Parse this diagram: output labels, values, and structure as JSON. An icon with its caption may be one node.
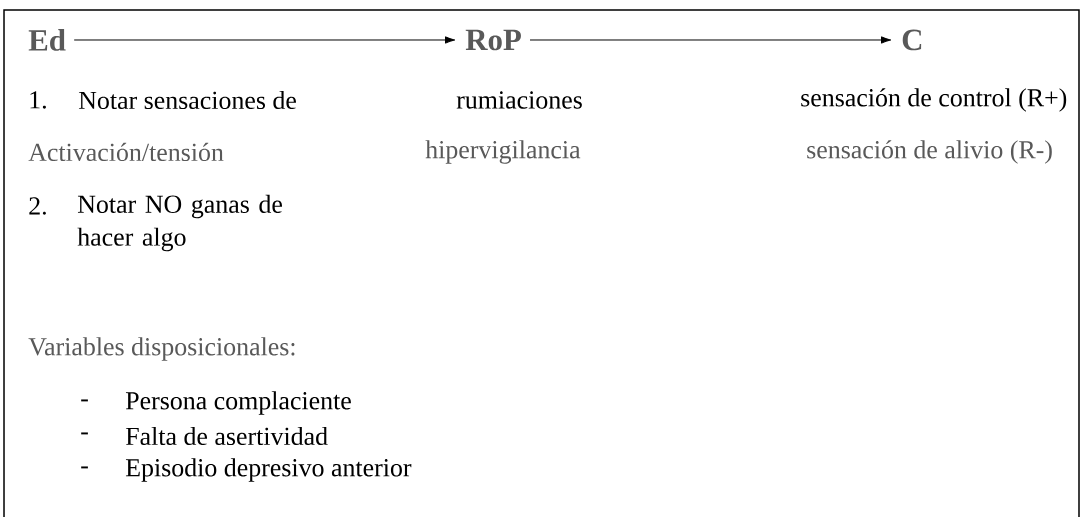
{
  "diagram": {
    "nodes": [
      {
        "text": [
          "Ed"
        ]
      },
      {
        "text": [
          "RoP"
        ]
      },
      {
        "text": [
          "C"
        ]
      }
    ],
    "edges": [
      {
        "from": 0,
        "to": 1,
        "arrow": "to"
      },
      {
        "from": 1,
        "to": 2,
        "arrow": "to"
      }
    ],
    "labels": [
      "1.",
      "Notar sensaciones de",
      "rumiaciones",
      "sensación de control (R+)",
      "Activación/tensión",
      "hipervigilancia",
      "sensación de alivio (R-)",
      "2.",
      "Notar NO ganas de hacer algo",
      "Variables disposicionales:",
      "-",
      "Persona complaciente",
      "-",
      "Falta de asertividad",
      "-",
      "Episodio depresivo anterior"
    ]
  }
}
